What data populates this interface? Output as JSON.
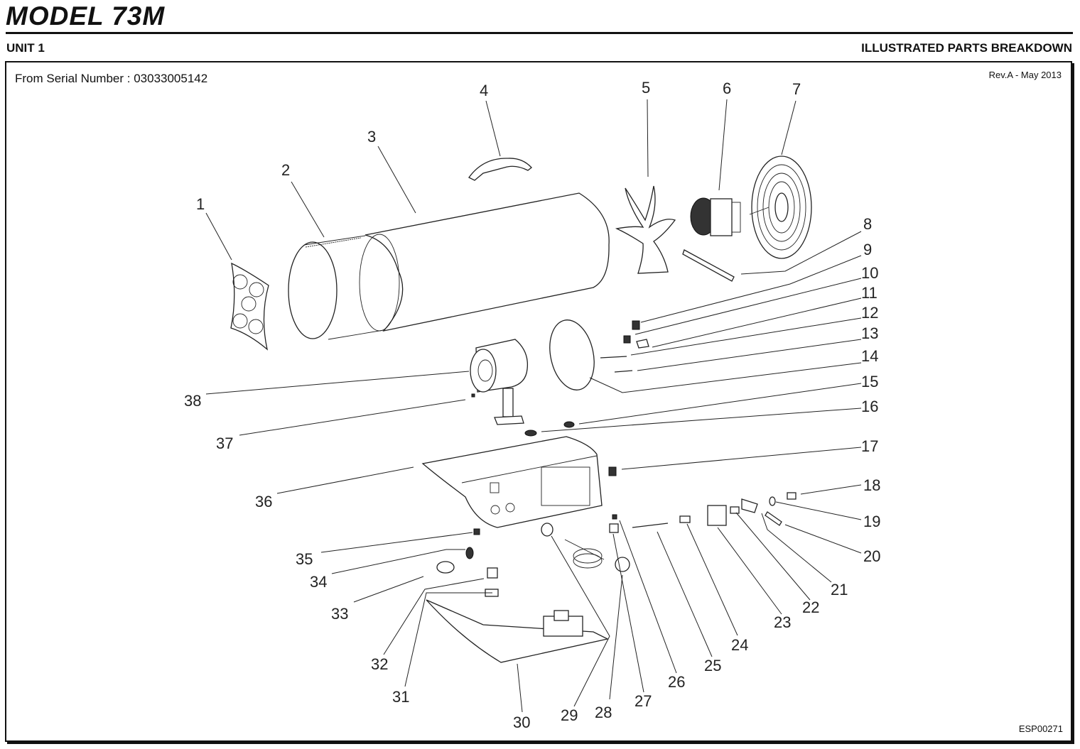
{
  "header": {
    "title": "MODEL  73M",
    "unit": "UNIT 1",
    "section": "ILLUSTRATED PARTS BREAKDOWN"
  },
  "frame": {
    "serial_label": "From Serial  Number : 03033005142",
    "revision": "Rev.A - May 2013",
    "drawing_code": "ESP00271"
  },
  "callouts": [
    "1",
    "2",
    "3",
    "4",
    "5",
    "6",
    "7",
    "8",
    "9",
    "10",
    "11",
    "12",
    "13",
    "14",
    "15",
    "16",
    "17",
    "18",
    "19",
    "20",
    "21",
    "22",
    "23",
    "24",
    "25",
    "26",
    "27",
    "28",
    "29",
    "30",
    "31",
    "32",
    "33",
    "34",
    "35",
    "36",
    "37",
    "38"
  ]
}
